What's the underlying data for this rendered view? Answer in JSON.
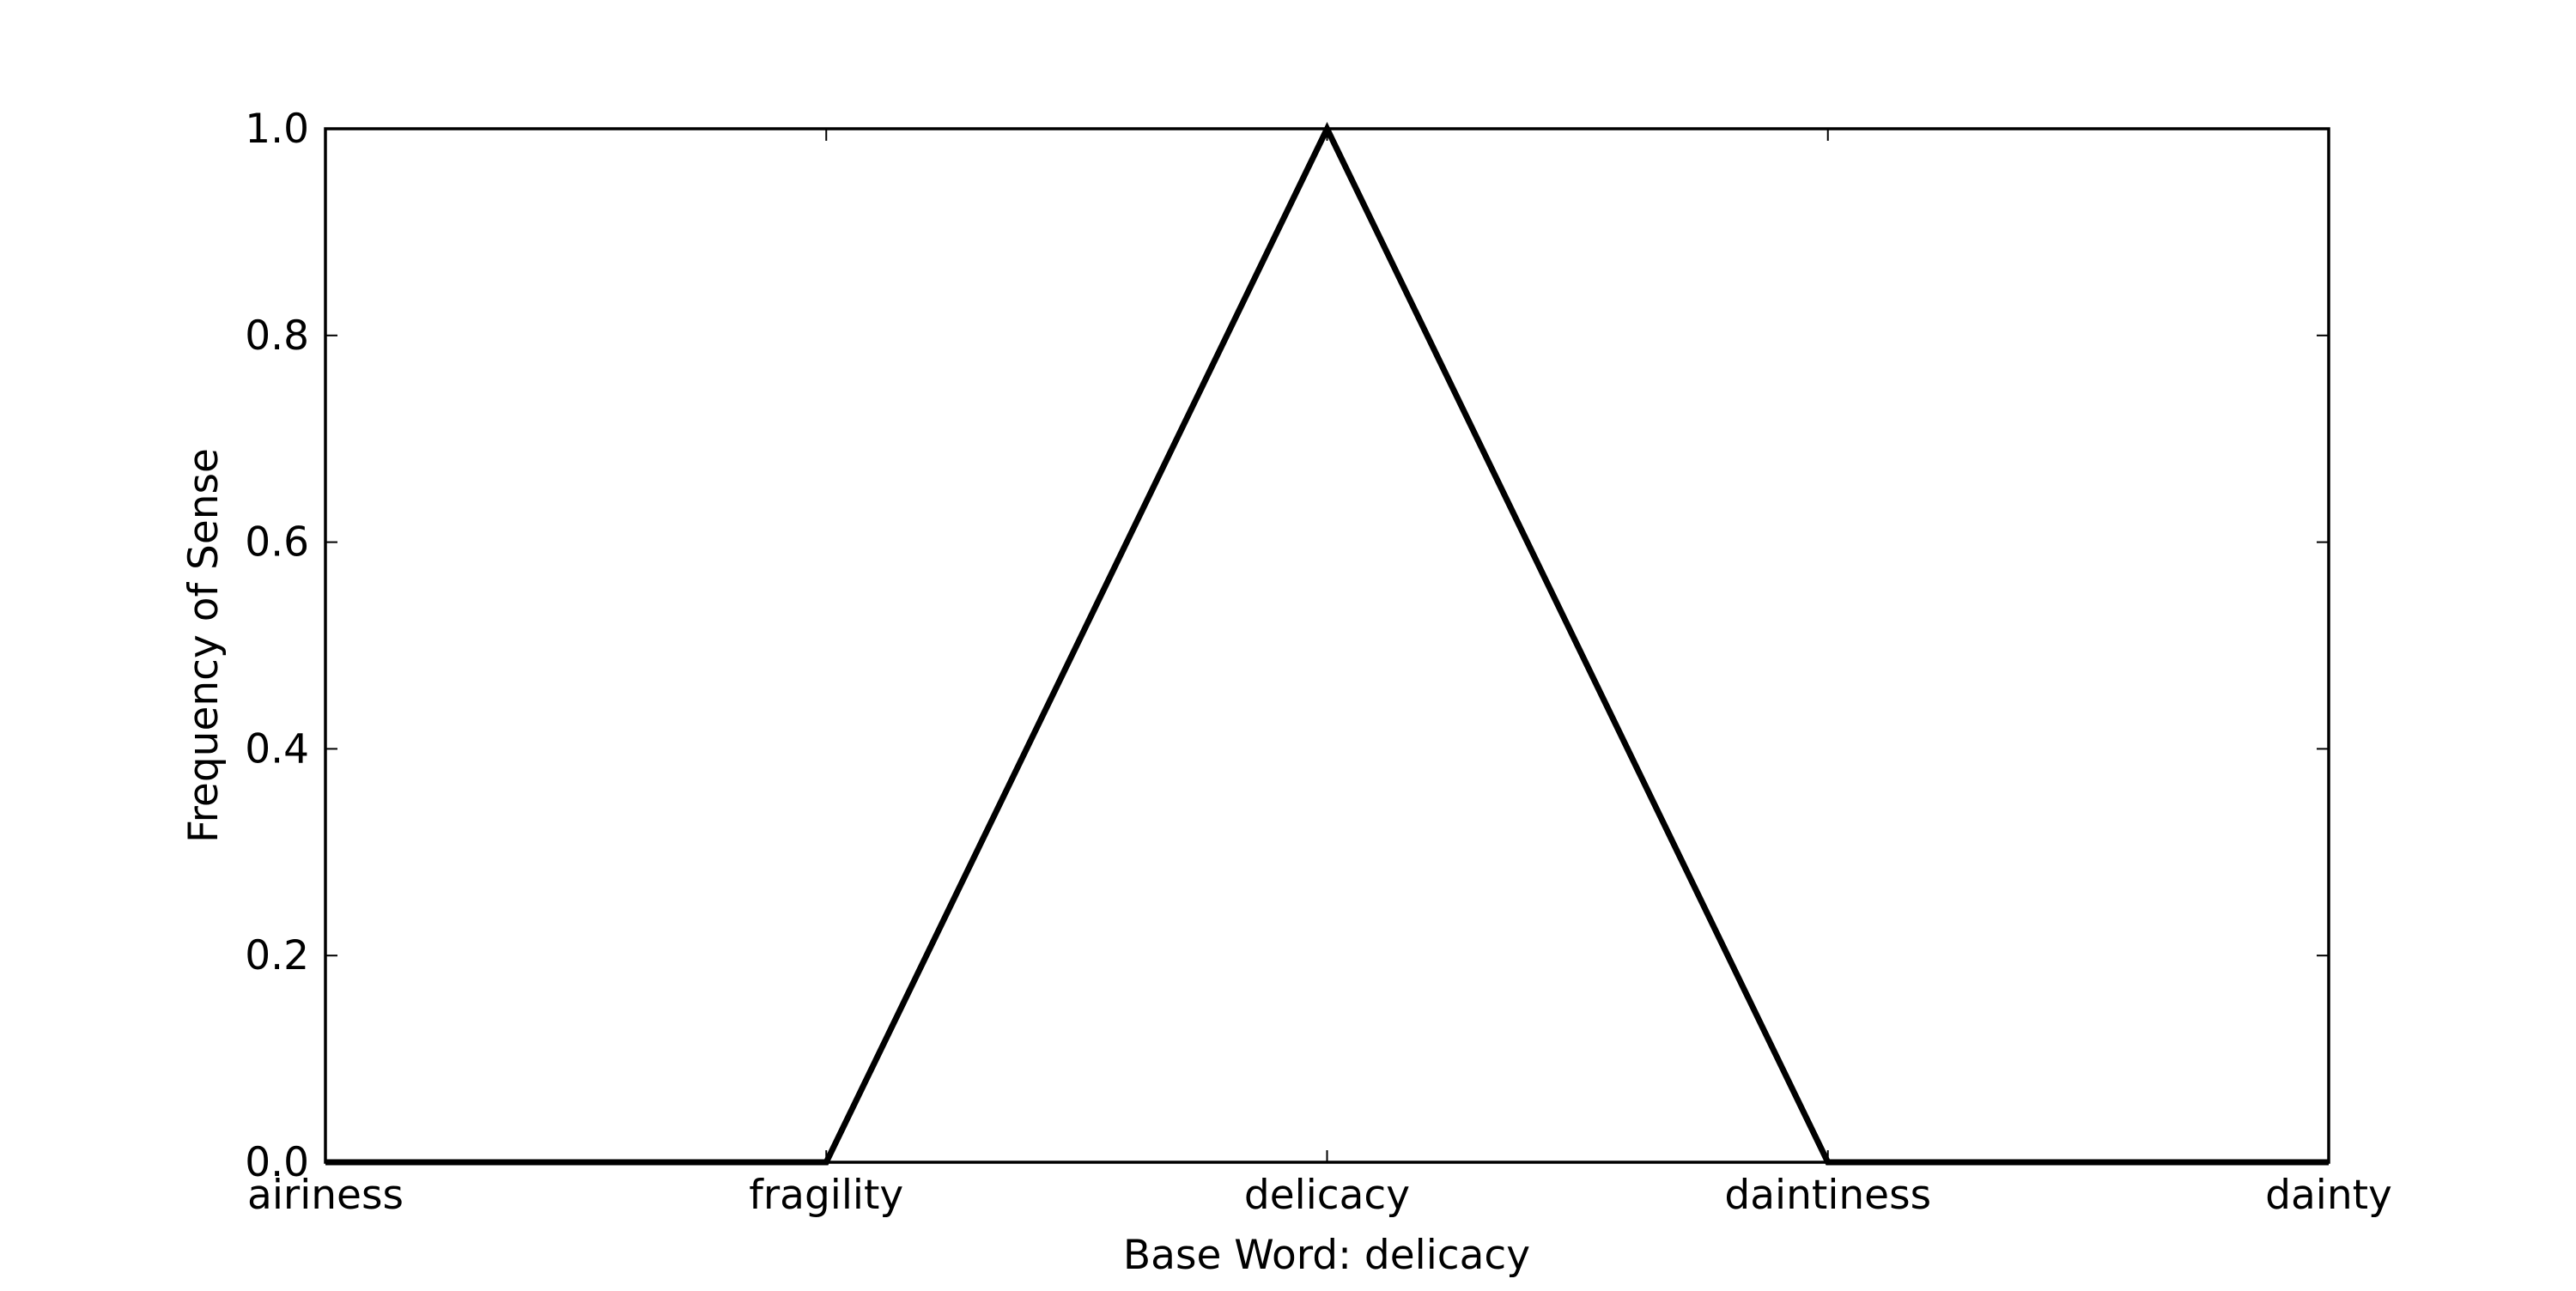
{
  "chart_data": {
    "type": "line",
    "title": "",
    "xlabel": "Base Word: delicacy",
    "ylabel": "Frequency of Sense",
    "categories": [
      "airiness",
      "fragility",
      "delicacy",
      "daintiness",
      "dainty"
    ],
    "series": [
      {
        "values": [
          0.0,
          0.0,
          1.0,
          0.0,
          0.0
        ]
      }
    ],
    "ylim": [
      0.0,
      1.0
    ],
    "yticks": [
      "0.0",
      "0.2",
      "0.4",
      "0.6",
      "0.8",
      "1.0"
    ],
    "grid": false,
    "legend": "none",
    "line_color": "#000000"
  }
}
